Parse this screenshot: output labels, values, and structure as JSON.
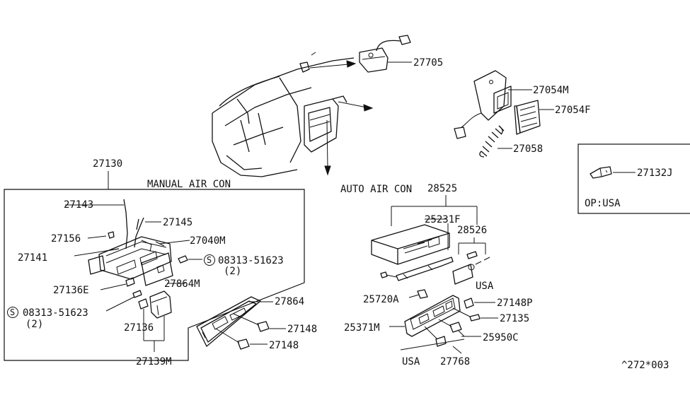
{
  "labels": {
    "p27705": "27705",
    "p27054m": "27054M",
    "p27054f": "27054F",
    "p27058": "27058",
    "p27132j": "27132J",
    "op_usa": "OP:USA",
    "p27130": "27130",
    "manual_air_con": "MANUAL AIR CON",
    "auto_air_con": "AUTO AIR CON",
    "p28525": "28525",
    "p25231f": "25231F",
    "p28526": "28526",
    "usa_1": "USA",
    "p27143": "27143",
    "p27145": "27145",
    "p27156": "27156",
    "p27040m": "27040M",
    "p27141": "27141",
    "p08313_a": "08313-51623",
    "qty_a": "(2)",
    "p27864m": "27864M",
    "p27136e": "27136E",
    "p08313_b": "08313-51623",
    "qty_b": "(2)",
    "p27136": "27136",
    "p27139m": "27139M",
    "p27864": "27864",
    "p27148_a": "27148",
    "p27148_b": "27148",
    "p25720a": "25720A",
    "p27148p": "27148P",
    "p27135": "27135",
    "p25371m": "25371M",
    "p25950c": "25950C",
    "usa_2": "USA",
    "p27768": "27768",
    "page_code": "^272*003"
  },
  "screw_symbol": "S"
}
